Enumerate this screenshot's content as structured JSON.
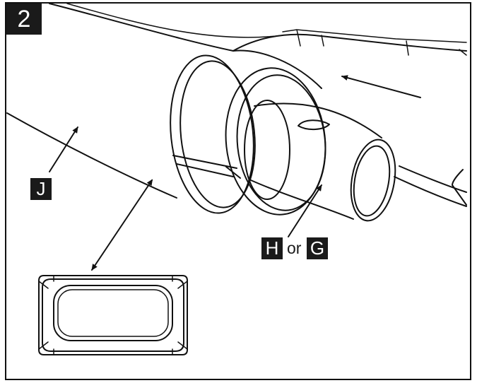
{
  "step": {
    "number": "2"
  },
  "callouts": {
    "part_j": "J",
    "part_h": "H",
    "connector": "or",
    "part_g": "G"
  },
  "colors": {
    "ink": "#111111",
    "badge": "#1a1a1a",
    "background": "#ffffff"
  }
}
